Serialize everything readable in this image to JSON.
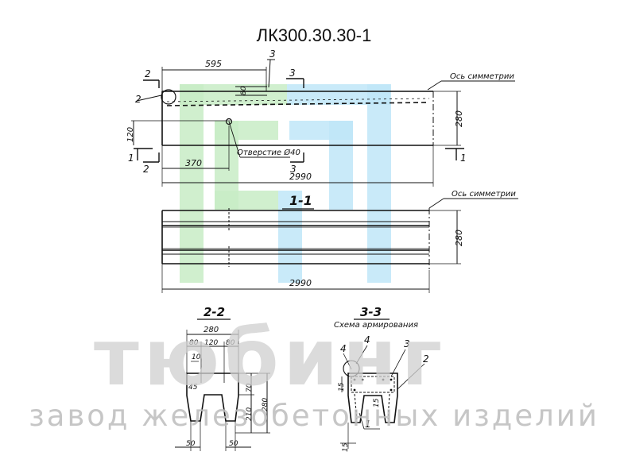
{
  "title": "ЛК300.30.30-1",
  "watermark": {
    "brand": "тюбинг",
    "subtitle": "завод железобетонных изделий",
    "logo_colors": {
      "green": "#c8ecc6",
      "blue": "#bfe6f8"
    }
  },
  "plan": {
    "dim_595": "595",
    "label_3_top": "3",
    "label_2_top": "2",
    "label_3_right": "3",
    "label_2_circle": "2",
    "dim_80": "80",
    "axis_label": "Ось симметрии",
    "dim_120": "120",
    "hole_label": "Отверстие Ø40",
    "dim_280": "280",
    "label_1_left": "1",
    "label_1_right": "1",
    "label_2_bottom": "2",
    "dim_370": "370",
    "label_3_bottom": "3",
    "dim_2990": "2990"
  },
  "section_1_1": {
    "title": "1-1",
    "axis_label": "Ось симметрии",
    "dim_280": "280",
    "dim_2990": "2990"
  },
  "section_2_2": {
    "title": "2-2",
    "dim_280": "280",
    "dim_80_left": "80",
    "dim_120": "120",
    "dim_80_right": "80",
    "dim_10": "10",
    "dim_45": "45",
    "dim_70": "70",
    "dim_280_side": "280",
    "dim_210": "210",
    "dim_50_left": "50",
    "dim_50_right": "50"
  },
  "section_3_3": {
    "title": "3-3",
    "subtitle": "Схема армирования",
    "label_4_a": "4",
    "label_4_b": "4",
    "label_3": "3",
    "label_2": "2",
    "label_1": "1",
    "dim_15_a": "15",
    "dim_15_b": "15",
    "dim_15_c": "15"
  }
}
